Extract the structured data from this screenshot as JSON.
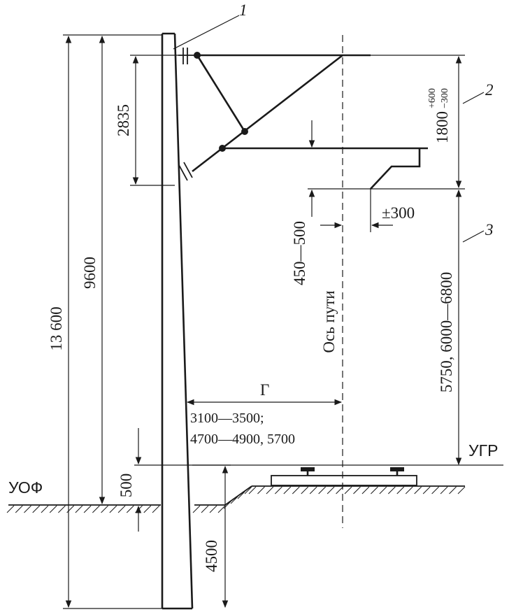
{
  "callouts": {
    "one": "1",
    "two": "2",
    "three": "3"
  },
  "dims": {
    "height_13600": "13 600",
    "height_9600": "9600",
    "bracket_2835": "2835",
    "sag_1800": "1800",
    "sag_plus": "+600",
    "sag_minus": "−300",
    "range_450_500": "450—500",
    "stagger_300": "±300",
    "wire_height": "5750, 6000—6800",
    "foundation_500": "500",
    "embed_4500": "4500"
  },
  "labels": {
    "track_axis": "Ось пути",
    "gauge_letter": "Г",
    "gauge_line1": "3100—3500;",
    "gauge_line2": "4700—4900, 5700",
    "rail_head_level": "УГР",
    "foundation_level": "УОФ"
  }
}
